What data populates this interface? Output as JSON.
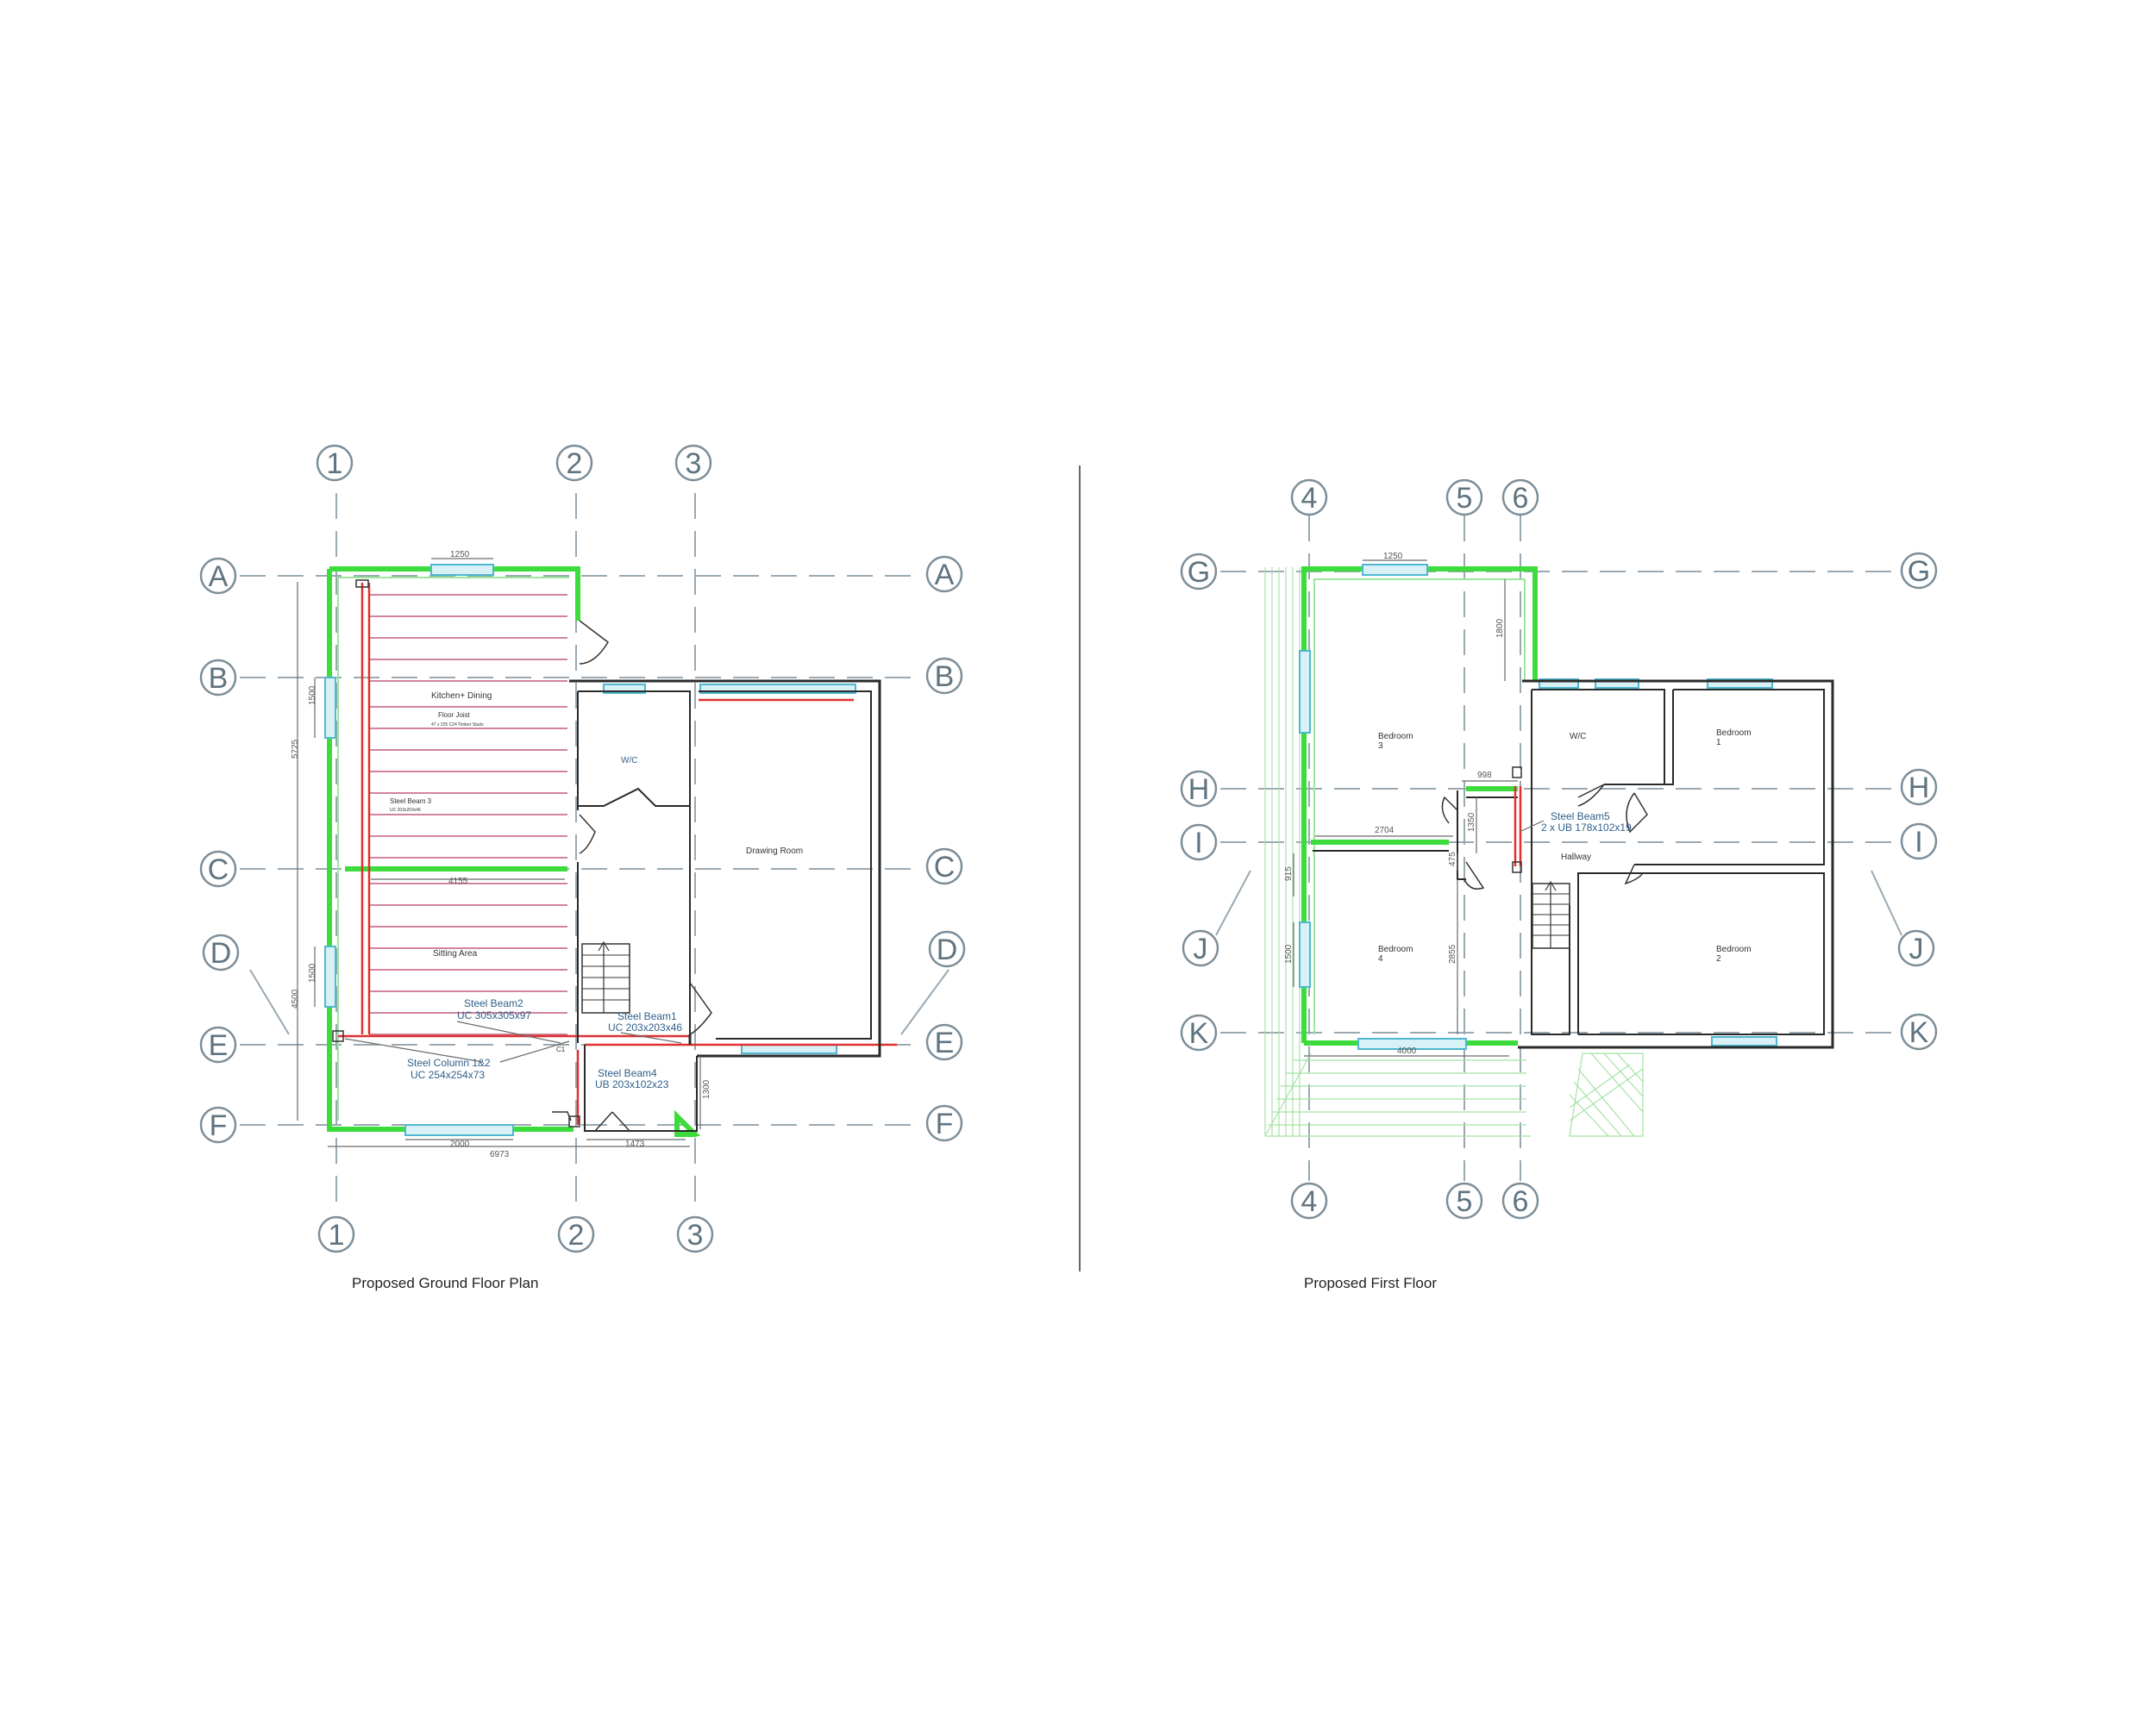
{
  "ground_floor": {
    "title": "Proposed Ground Floor Plan",
    "grid_columns": [
      "1",
      "2",
      "3"
    ],
    "grid_rows": [
      "A",
      "B",
      "C",
      "D",
      "E",
      "F"
    ],
    "rooms": {
      "kitchen": "Kitchen+ Dining",
      "floor_joist": "Floor Joist",
      "floor_joist_spec": "47 x 225 C24 Timber Studs",
      "wc": "W/C",
      "drawing": "Drawing Room",
      "sitting": "Sitting Area"
    },
    "beams": {
      "beam3": "Steel Beam 3",
      "beam3_spec": "UC 203x203x46",
      "beam2": "Steel Beam2",
      "beam2_spec": "UC 305x305x97",
      "beam1": "Steel Beam1",
      "beam1_spec": "UC 203x203x46",
      "column": "Steel Column 1&2",
      "column_spec": "UC 254x254x73",
      "beam4": "Steel Beam4",
      "beam4_spec": "UB 203x102x23",
      "c1": "C1"
    },
    "dimensions": {
      "top_window": "1250",
      "left_overall_upper": "5725",
      "left_window_upper": "1500",
      "left_overall_lower": "4500",
      "left_window_lower": "1500",
      "mid_width": "4155",
      "bottom_window": "2000",
      "bottom_overall": "6973",
      "door_width": "1473",
      "right_small": "1300"
    }
  },
  "first_floor": {
    "title": "Proposed First Floor",
    "grid_columns": [
      "4",
      "5",
      "6"
    ],
    "grid_rows": [
      "G",
      "H",
      "I",
      "J",
      "K"
    ],
    "rooms": {
      "bedroom3": "Bedroom",
      "bedroom3_num": "3",
      "wc": "W/C",
      "bedroom1": "Bedroom",
      "bedroom1_num": "1",
      "bedroom4": "Bedroom",
      "bedroom4_num": "4",
      "hallway": "Hallway",
      "bedroom2": "Bedroom",
      "bedroom2_num": "2"
    },
    "beams": {
      "beam5": "Steel Beam5",
      "beam5_spec": "2 x UB 178x102x19"
    },
    "dimensions": {
      "top_window": "1250",
      "right_upper": "1800",
      "small_998": "998",
      "width_2704": "2704",
      "v_1350": "1350",
      "left_915": "915",
      "v_475": "475",
      "left_window": "1500",
      "v_2855": "2855",
      "bottom_4000": "4000"
    }
  },
  "colors": {
    "existing_wall": "#2a2a2a",
    "new_wall": "#3ddc3d",
    "window": "#4fb7d0",
    "joist": "#c45c7d",
    "steel_beam": "#e03030",
    "grid_bubble": "#7d8e99"
  }
}
